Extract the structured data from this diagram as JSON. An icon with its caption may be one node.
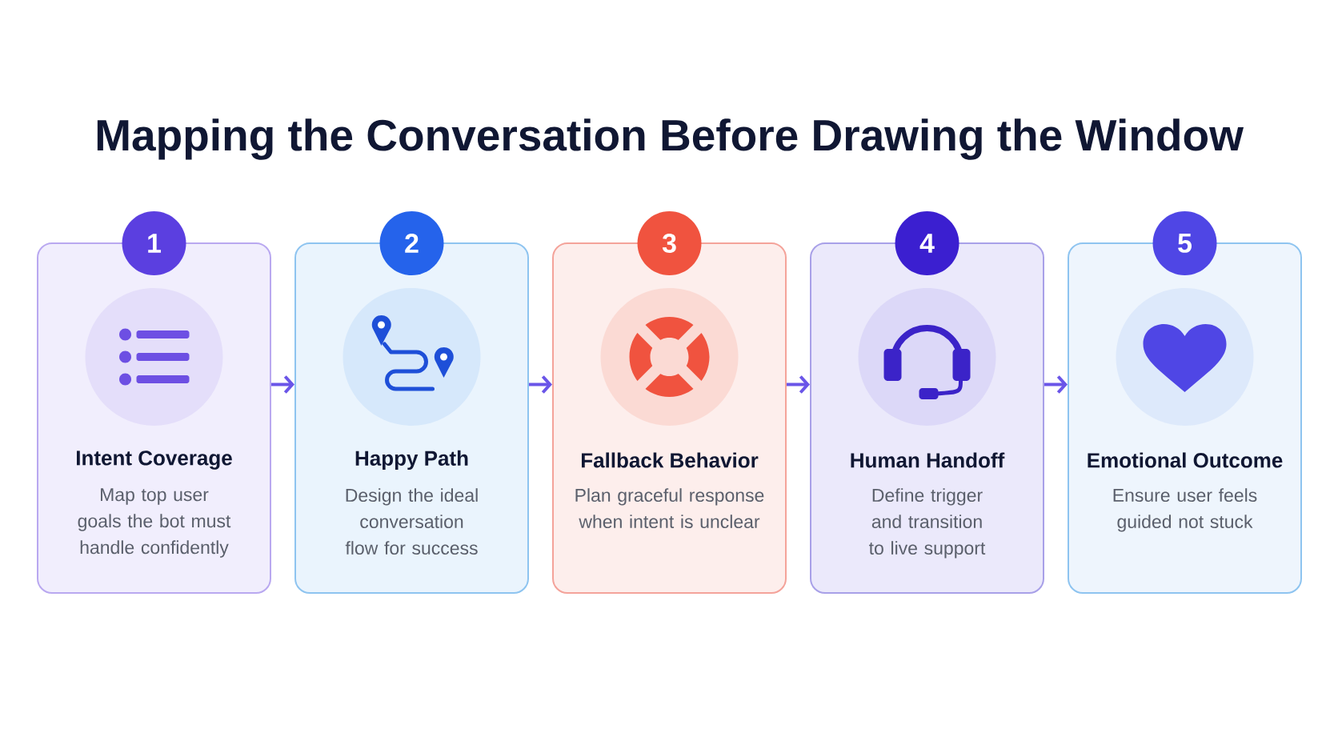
{
  "diagram": {
    "title": "Mapping the Conversation Before Drawing the Window",
    "nodes": [
      {
        "text": [
          "1"
        ]
      },
      {
        "text": [
          "Intent Coverage",
          "Map top user goals the bot must handle confidently"
        ]
      },
      {
        "text": [
          "2"
        ]
      },
      {
        "text": [
          "Happy Path",
          "Design the ideal conversation flow for success"
        ]
      },
      {
        "text": [
          "3"
        ]
      },
      {
        "text": [
          "Fallback Behavior",
          "Plan graceful response when intent is unclear"
        ]
      },
      {
        "text": [
          "4"
        ]
      },
      {
        "text": [
          "Human Handoff",
          "Define trigger and transition to live support"
        ]
      },
      {
        "text": [
          "5"
        ]
      },
      {
        "text": [
          "Emotional Outcome",
          "Ensure user feels guided not stuck"
        ]
      }
    ],
    "edges": [
      {
        "from": 1,
        "to": 3,
        "arrow": "to"
      },
      {
        "from": 3,
        "to": 5,
        "arrow": "to"
      },
      {
        "from": 5,
        "to": 7,
        "arrow": "to"
      },
      {
        "from": 7,
        "to": 9,
        "arrow": "to"
      }
    ]
  }
}
